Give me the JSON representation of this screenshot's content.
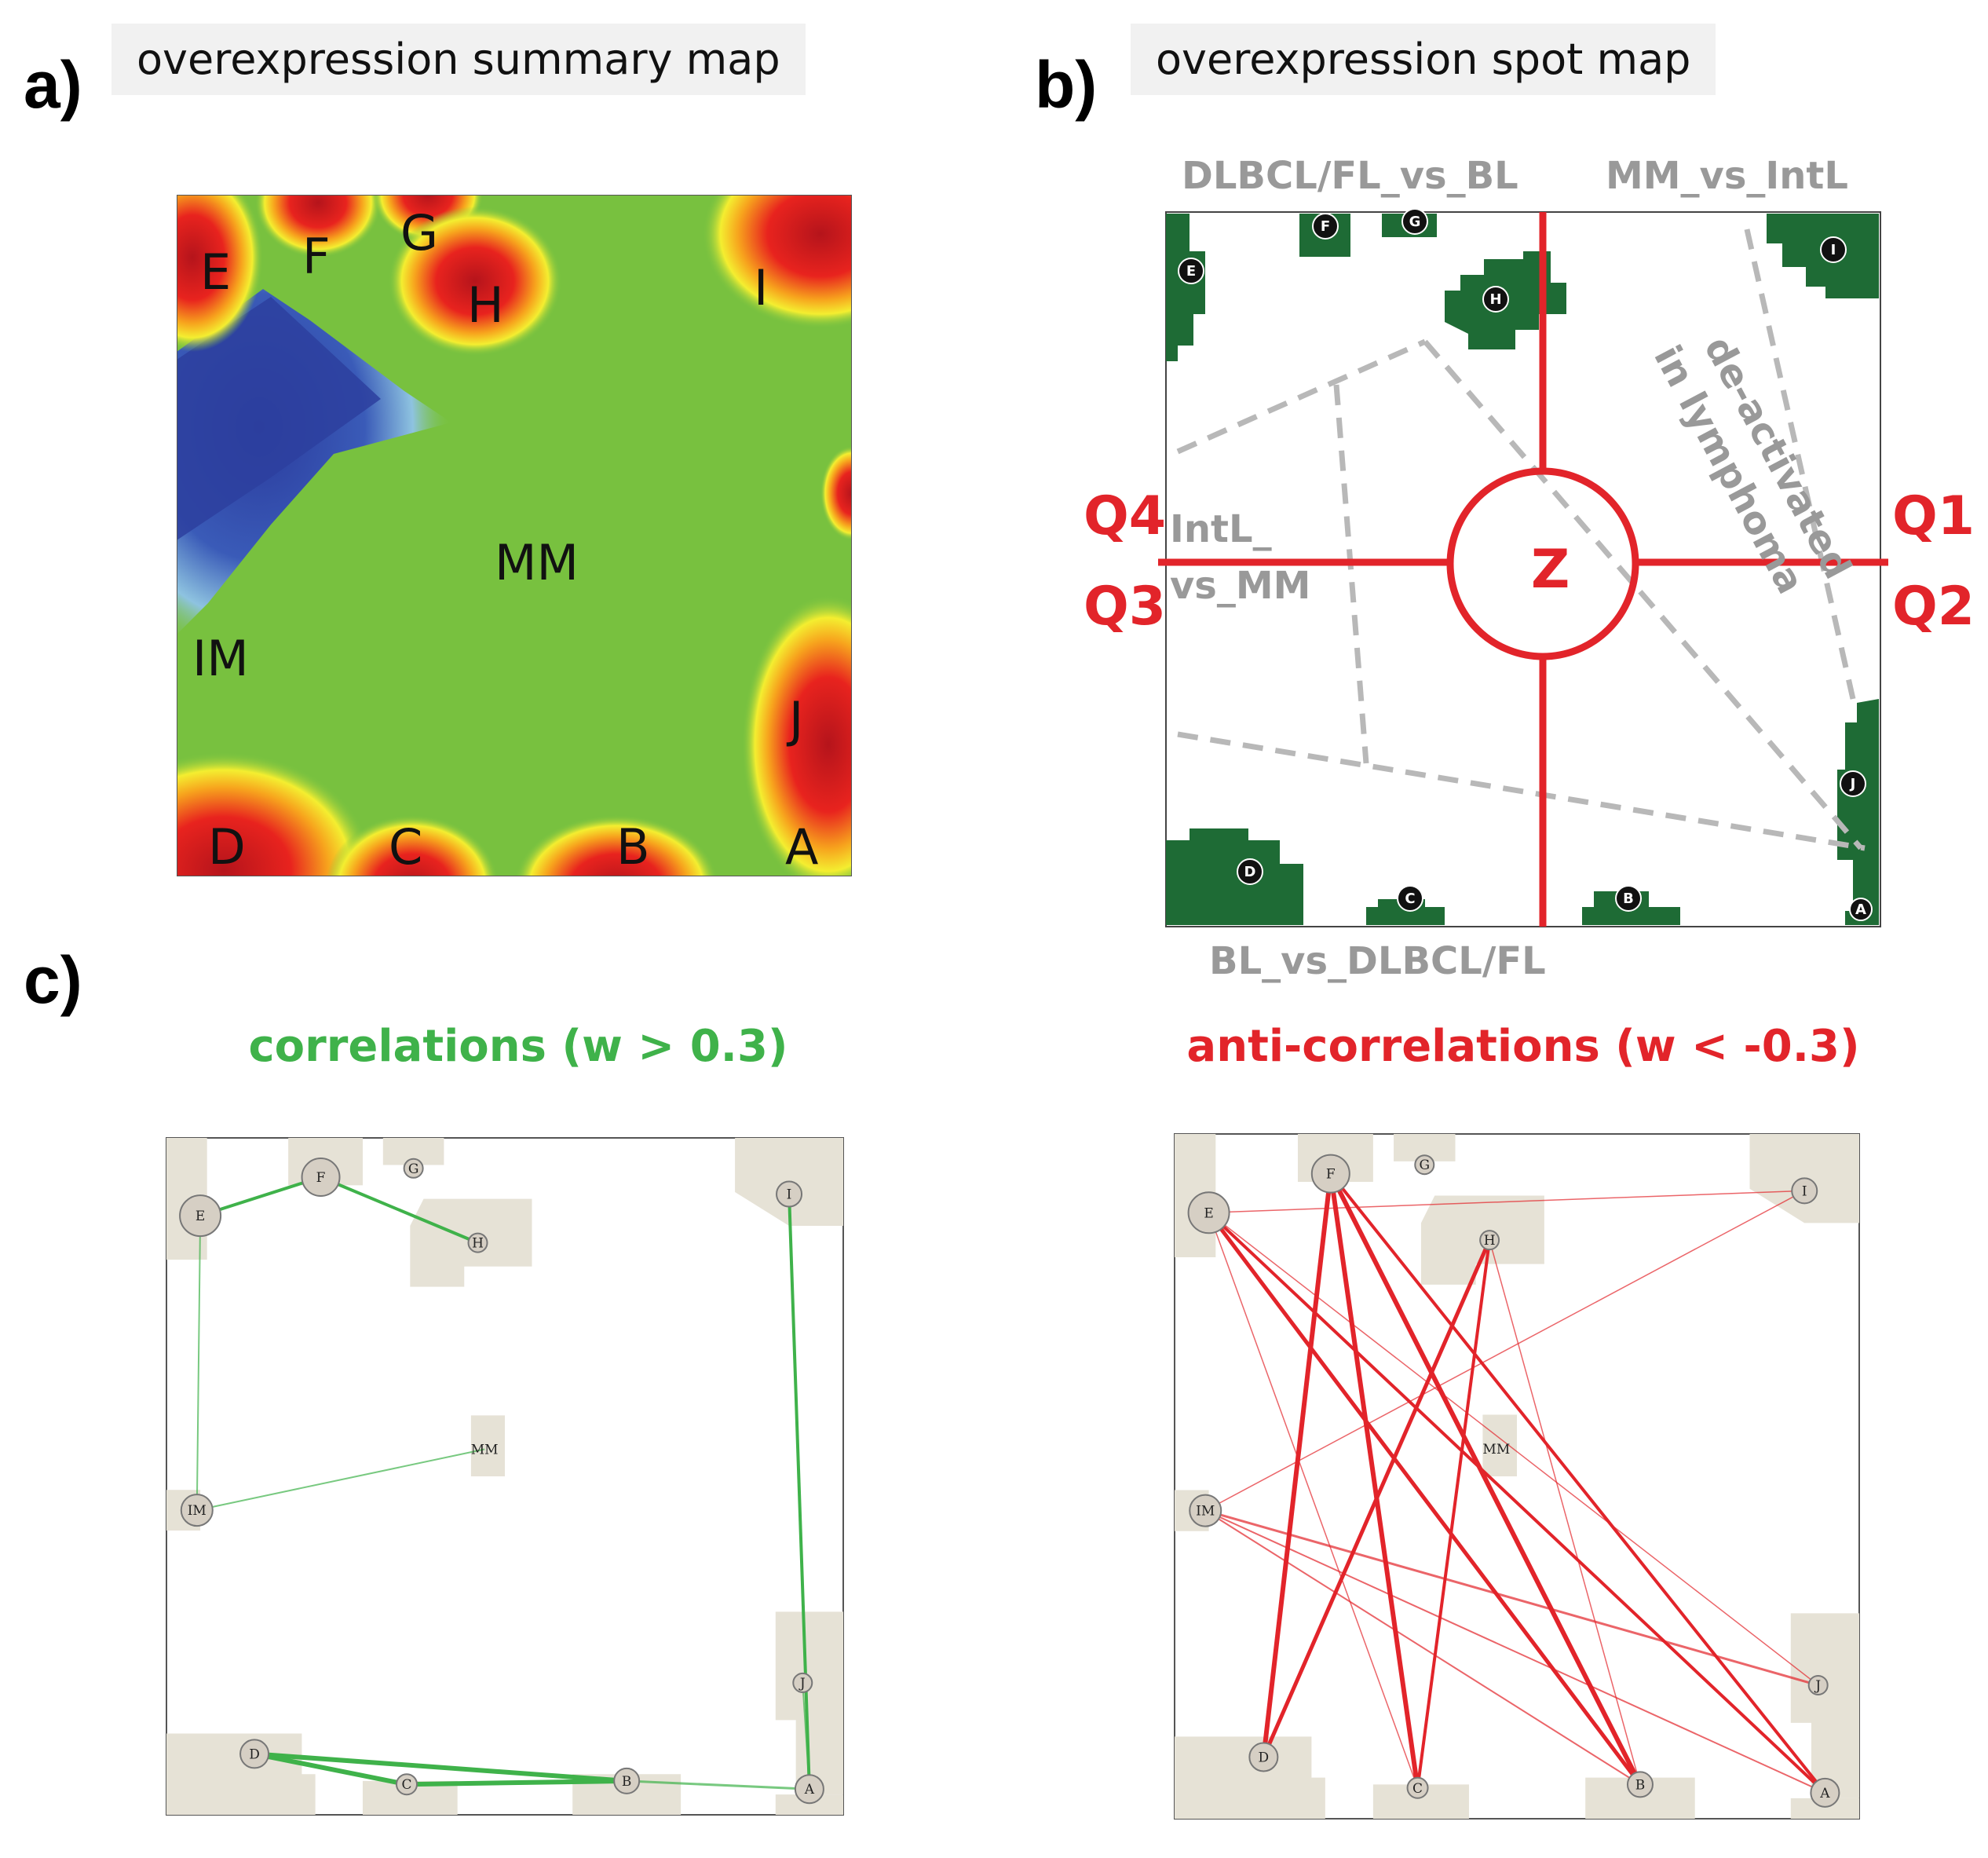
{
  "panel_a": {
    "letter": "a)",
    "title": "overexpression summary map",
    "labels": [
      "E",
      "F",
      "G",
      "H",
      "I",
      "MM",
      "IM",
      "J",
      "D",
      "C",
      "B",
      "A"
    ]
  },
  "panel_b": {
    "letter": "b)",
    "title": "overexpression spot map",
    "region_labels": {
      "top_left": "DLBCL/FL_vs_BL",
      "top_right": "MM_vs_IntL",
      "bottom": "BL_vs_DLBCL/FL",
      "left_line1": "IntL_",
      "left_line2": "vs_MM",
      "diag_line1": "de-activated",
      "diag_line2": "in lymphoma"
    },
    "quadrants": {
      "q1": "Q1",
      "q2": "Q2",
      "q3": "Q3",
      "q4": "Q4",
      "center": "Z"
    },
    "spots": [
      "F",
      "G",
      "E",
      "H",
      "I",
      "J",
      "D",
      "C",
      "B",
      "A"
    ],
    "colors": {
      "spot": "#1e6b35",
      "axis": "#e2242a",
      "dashed": "#b8b8b8"
    }
  },
  "panel_c": {
    "letter": "c)",
    "left_title": "correlations (w > 0.3)",
    "right_title": "anti-correlations (w < -0.3)",
    "nodes": [
      "E",
      "F",
      "G",
      "H",
      "I",
      "MM",
      "IM",
      "J",
      "D",
      "C",
      "B",
      "A"
    ],
    "correlation_edges": [
      [
        "E",
        "F"
      ],
      [
        "F",
        "H"
      ],
      [
        "E",
        "IM"
      ],
      [
        "IM",
        "MM"
      ],
      [
        "I",
        "A"
      ],
      [
        "D",
        "C"
      ],
      [
        "D",
        "B"
      ],
      [
        "C",
        "B"
      ],
      [
        "B",
        "A"
      ],
      [
        "J",
        "A"
      ]
    ],
    "anticorrelation_edges": [
      [
        "E",
        "I"
      ],
      [
        "IM",
        "I"
      ],
      [
        "E",
        "B"
      ],
      [
        "E",
        "A"
      ],
      [
        "E",
        "C"
      ],
      [
        "E",
        "J"
      ],
      [
        "F",
        "D"
      ],
      [
        "F",
        "C"
      ],
      [
        "F",
        "B"
      ],
      [
        "F",
        "A"
      ],
      [
        "H",
        "D"
      ],
      [
        "H",
        "C"
      ],
      [
        "H",
        "B"
      ],
      [
        "IM",
        "J"
      ],
      [
        "IM",
        "A"
      ],
      [
        "IM",
        "B"
      ]
    ],
    "colors": {
      "correlation": "#3fb24a",
      "anticorrelation": "#e2242a",
      "spot": "#e6e2d6"
    }
  }
}
